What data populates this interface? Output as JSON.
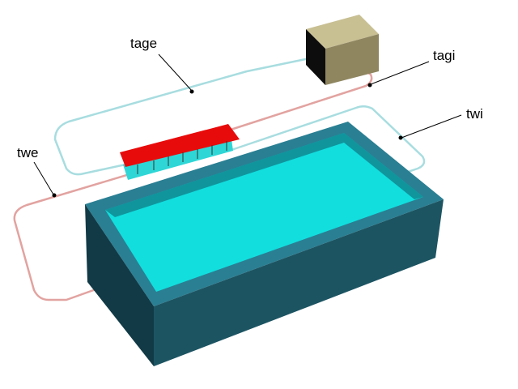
{
  "labels": {
    "tage": "tage",
    "tagi": "tagi",
    "twi": "twi",
    "twe": "twe"
  },
  "colors": {
    "pipe_cold": "#a8dde0",
    "pipe_warm": "#e2a3a0",
    "box_top": "#c8bf93",
    "box_front": "#0d0d0d",
    "box_side": "#8f8660",
    "collector_red": "#e80b0b",
    "collector_cyan": "#2fd6d6",
    "pool_rim": "#2a7f93",
    "pool_water": "#12dede",
    "pool_wall_front": "#1c5462",
    "pool_wall_side": "#113a46",
    "leader_line": "#000000"
  },
  "components": [
    "heat-exchanger-box",
    "solar-collector",
    "swimming-pool"
  ]
}
